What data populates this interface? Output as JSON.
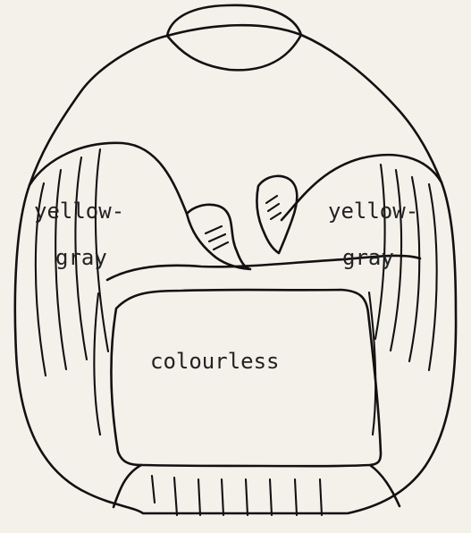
{
  "labels": {
    "left_top": "yellow-",
    "left_bottom": "gray",
    "right_top": "yellow-",
    "right_bottom": "gray",
    "center": "colourless"
  },
  "colors": {
    "background": "#f4f1ea",
    "ink": "#111111",
    "text": "#222222"
  }
}
